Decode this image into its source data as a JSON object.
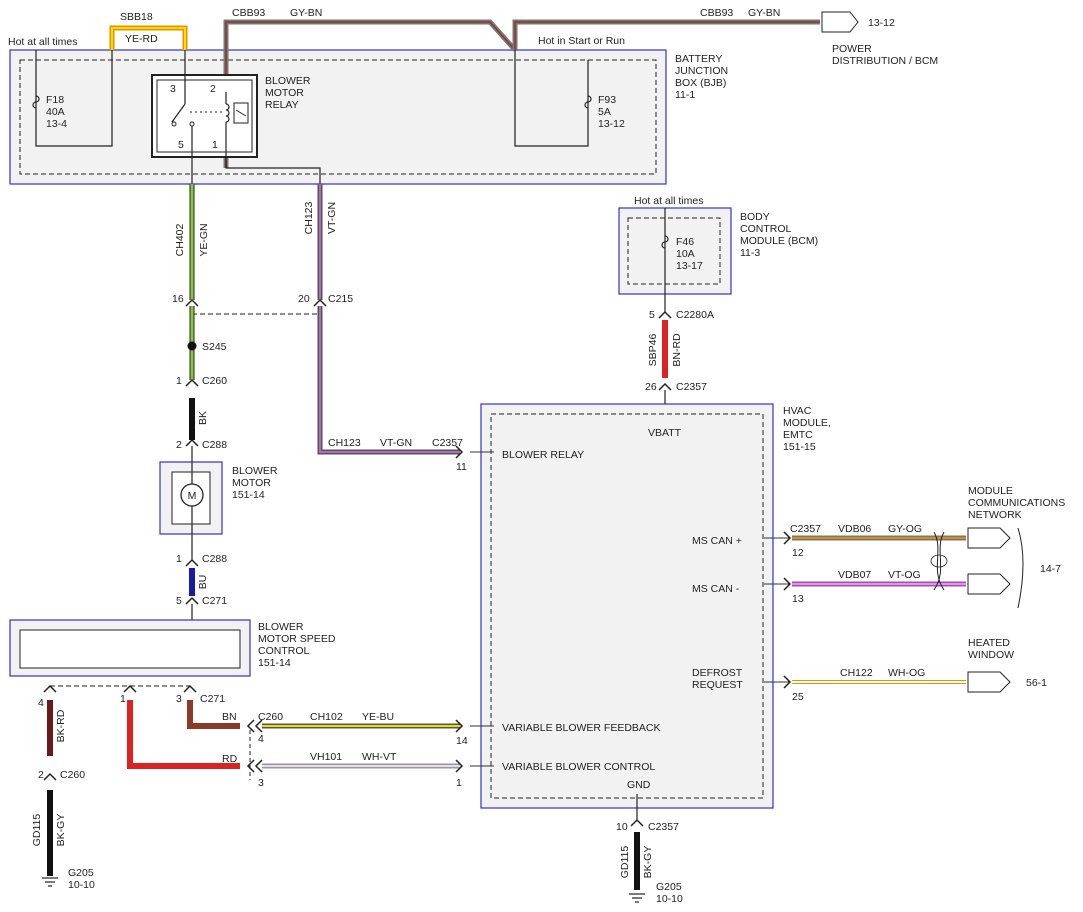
{
  "colors": {
    "box_border": "#3333cc",
    "yellow": "#e8c800",
    "orange": "#e89000",
    "gray": "#777777",
    "brown": "#8b3a2a",
    "violet": "#b06ac0",
    "green": "#8cc63f",
    "red": "#dd2222",
    "blue": "#1a1aaa",
    "black": "#111111",
    "white": "#eeeeee",
    "dark_red": "#6b1a1a"
  },
  "bjb": {
    "title_lines": [
      "BATTERY",
      "JUNCTION",
      "BOX (BJB)",
      "11-1"
    ],
    "hot_label": "Hot at all times",
    "hot_start_label": "Hot in Start or Run",
    "f18": [
      "F18",
      "40A",
      "13-4"
    ],
    "f93": [
      "F93",
      "5A",
      "13-12"
    ],
    "relay_title": [
      "BLOWER",
      "MOTOR",
      "RELAY"
    ],
    "relay_pins": {
      "p3": "3",
      "p2": "2",
      "p5": "5",
      "p1": "1"
    }
  },
  "top_wires": {
    "sbb18_code": "SBB18",
    "sbb18_color": "YE-RD",
    "cbb93_a": "CBB93",
    "cbb93_a_color": "GY-BN",
    "cbb93_b": "CBB93",
    "cbb93_b_color": "GY-BN",
    "power_ref": "13-12",
    "power_dest": [
      "POWER",
      "DISTRIBUTION / BCM"
    ]
  },
  "bcm": {
    "hot_label": "Hot at all times",
    "title_lines": [
      "BODY",
      "CONTROL",
      "MODULE (BCM)",
      "11-3"
    ],
    "fuse": [
      "F46",
      "10A",
      "13-17"
    ],
    "pin": "5",
    "connector": "C2280A",
    "wire_code": "SBP46",
    "wire_color": "BN-RD",
    "hvac_pin": "26",
    "hvac_connector": "C2357"
  },
  "left_path": {
    "ch402": "CH402",
    "ch402_color": "YE-GN",
    "ch123": "CH123",
    "ch123_color": "VT-GN",
    "pin16": "16",
    "pin20": "20",
    "c215": "C215",
    "s245": "S245",
    "pin1_c260": "1",
    "c260": "C260",
    "bk": "BK",
    "pin2_c288": "2",
    "c288": "C288",
    "motor_title": [
      "BLOWER",
      "MOTOR",
      "151-14"
    ],
    "motor_symbol": "M",
    "pin1_c288b": "1",
    "c288b": "C288",
    "bu": "BU",
    "pin5": "5",
    "c271": "C271"
  },
  "speed_control": {
    "title_lines": [
      "BLOWER",
      "MOTOR SPEED",
      "CONTROL",
      "151-14"
    ],
    "pin4": "4",
    "pin1": "1",
    "pin3": "3",
    "c271": "C271",
    "bk_rd": "BK-RD",
    "pin2": "2",
    "c260": "C260",
    "gd115": "GD115",
    "bk_gy": "BK-GY",
    "ground": [
      "G205",
      "10-10"
    ]
  },
  "hvac": {
    "title_lines": [
      "HVAC",
      "MODULE,",
      "EMTC",
      "151-15"
    ],
    "vbatt": "VBATT",
    "gnd": "GND",
    "blower_relay": "BLOWER RELAY",
    "ms_can_plus": "MS CAN +",
    "ms_can_minus": "MS CAN -",
    "defrost": [
      "DEFROST",
      "REQUEST"
    ],
    "var_feedback": "VARIABLE BLOWER FEEDBACK",
    "var_control": "VARIABLE BLOWER CONTROL",
    "pin11": "11",
    "relay_wire": "CH123",
    "relay_wire_color": "VT-GN",
    "relay_conn": "C2357",
    "pin12": "12",
    "pin13": "13",
    "pin25": "25",
    "pin14": "14",
    "pin1": "1",
    "gnd_pin": "10",
    "gnd_conn": "C2357",
    "gnd_wire": "GD115",
    "gnd_color": "BK-GY",
    "gnd_ref": [
      "G205",
      "10-10"
    ]
  },
  "can": {
    "conn": "C2357",
    "vdb06": "VDB06",
    "vdb06_color": "GY-OG",
    "vdb07": "VDB07",
    "vdb07_color": "VT-OG",
    "network": [
      "MODULE",
      "COMMUNICATIONS",
      "NETWORK"
    ],
    "ref": "14-7"
  },
  "heated": {
    "wire": "CH122",
    "wire_color": "WH-OG",
    "title": [
      "HEATED",
      "WINDOW"
    ],
    "ref": "56-1"
  },
  "bottom_wires": {
    "bn": "BN",
    "c260": "C260",
    "pin4": "4",
    "ch102": "CH102",
    "ch102_color": "YE-BU",
    "rd": "RD",
    "pin3": "3",
    "vh101": "VH101",
    "vh101_color": "WH-VT"
  }
}
